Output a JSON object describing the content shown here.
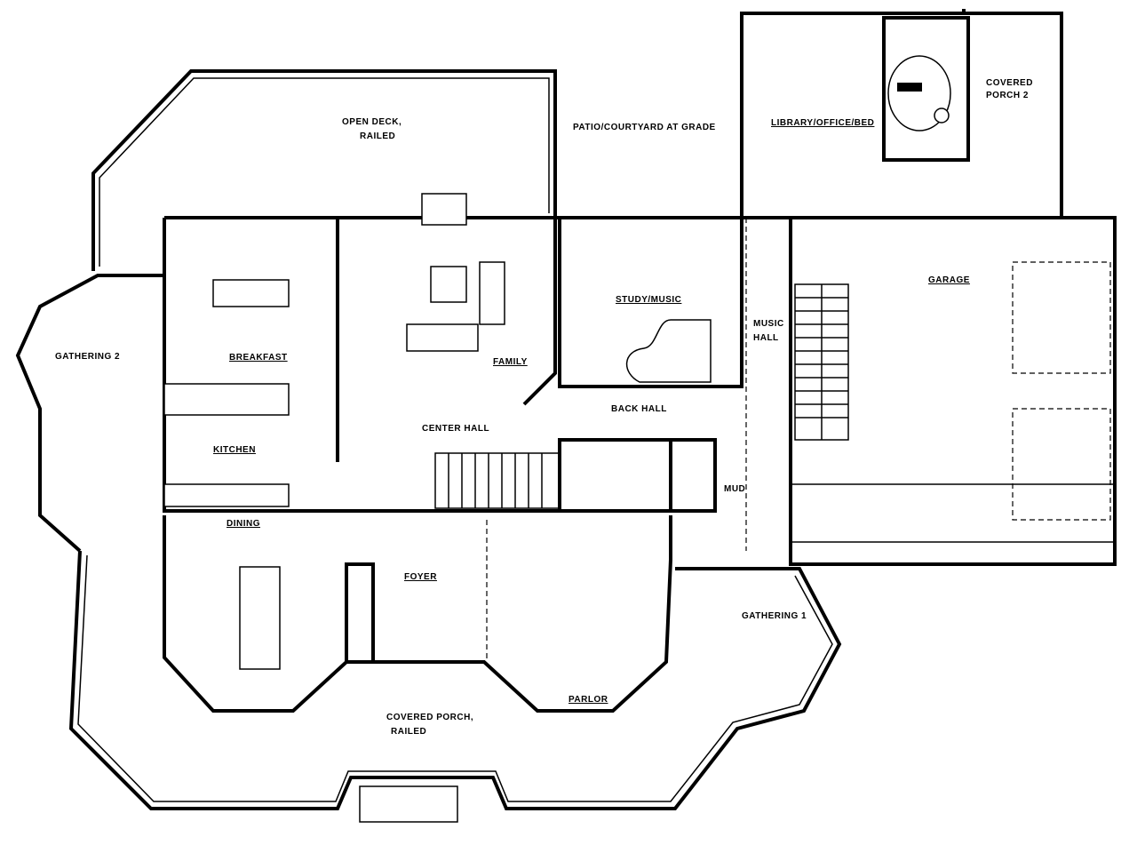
{
  "plan": {
    "labels": {
      "open_deck": "OPEN DECK,",
      "open_deck_2": "RAILED",
      "patio": "PATIO/COURTYARD AT GRADE",
      "library": "LIBRARY/OFFICE/BED",
      "covered_porch_2a": "COVERED",
      "covered_porch_2b": "PORCH 2",
      "breakfast": "BREAKFAST",
      "family": "FAMILY",
      "study": "STUDY/MUSIC",
      "music_hall_a": "MUSIC",
      "music_hall_b": "HALL",
      "gathering_2": "GATHERING 2",
      "kitchen": "KITCHEN",
      "center_hall": "CENTER HALL",
      "back_hall": "BACK HALL",
      "mud": "MUD",
      "garage": "GARAGE",
      "dining": "DINING",
      "foyer": "FOYER",
      "parlor": "PARLOR",
      "gathering_1": "GATHERING 1",
      "covered_porch_a": "COVERED PORCH,",
      "covered_porch_b": "RAILED"
    }
  }
}
